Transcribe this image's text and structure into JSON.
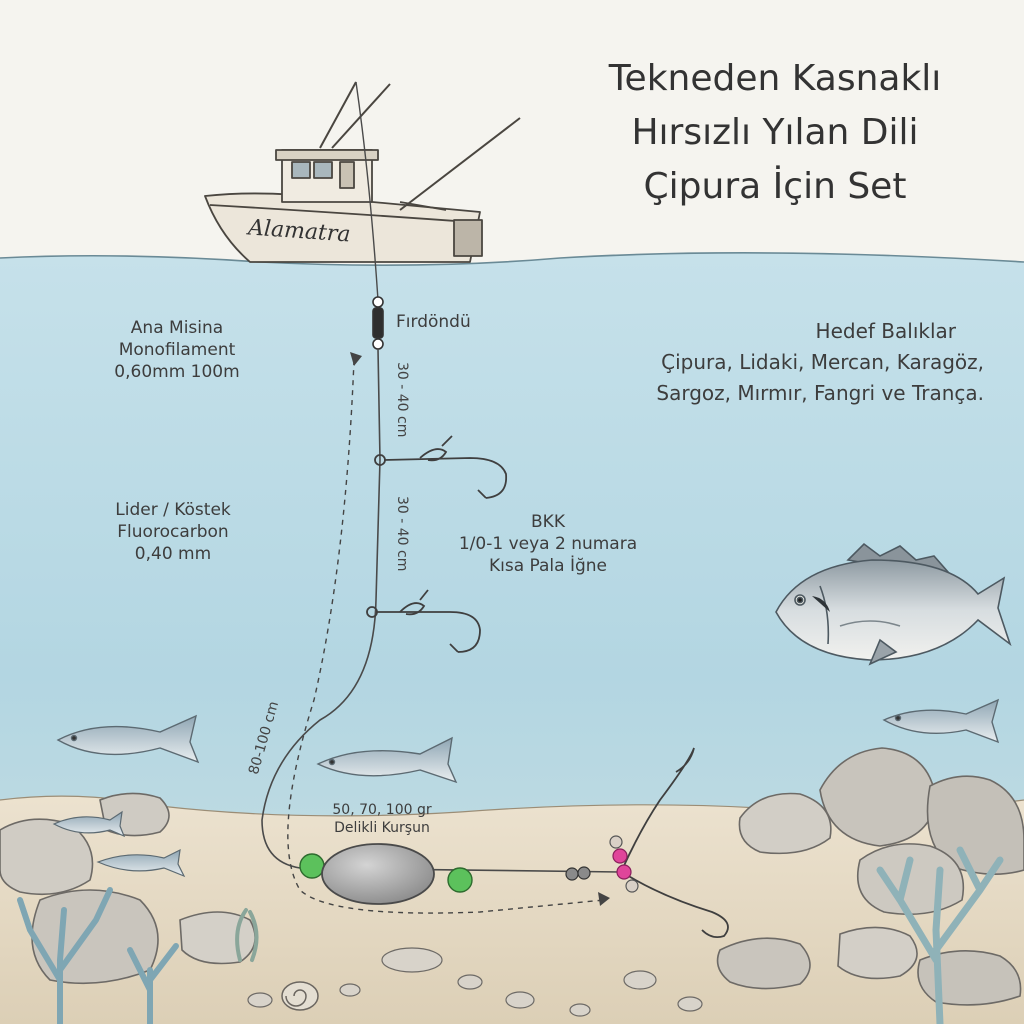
{
  "title": {
    "line1": "Tekneden Kasnaklı",
    "line2": "Hırsızlı Yılan Dili",
    "line3": "Çipura İçin Set"
  },
  "boat": {
    "name": "Alamatra"
  },
  "main_line": {
    "line1": "Ana Misina",
    "line2": "Monofilament",
    "line3": "0,60mm 100m"
  },
  "swivel": {
    "label": "Fırdöndü"
  },
  "leader": {
    "line1": "Lider / Köstek",
    "line2": "Fluorocarbon",
    "line3": "0,40 mm"
  },
  "targets": {
    "line1": "Hedef Balıklar",
    "line2": "Çipura, Lidaki, Mercan, Karagöz,",
    "line3": "Sargoz, Mırmır, Fangri ve Trança."
  },
  "hooks": {
    "line1": "BKK",
    "line2": "1/0-1 veya 2 numara",
    "line3": "Kısa Pala İğne"
  },
  "dims": {
    "upper": "30 - 40 cm",
    "lower": "30 - 40 cm",
    "leader_length": "80-100 cm"
  },
  "sinker": {
    "line1": "50, 70, 100 gr",
    "line2": "Delikli Kurşun"
  },
  "colors": {
    "water": "#bcdbe6",
    "water_deep": "#a7cfde",
    "sand": "#e8dcc6",
    "bead_green": "#5cc15c",
    "bead_pink": "#e0459a",
    "line": "#4a4a4a"
  }
}
